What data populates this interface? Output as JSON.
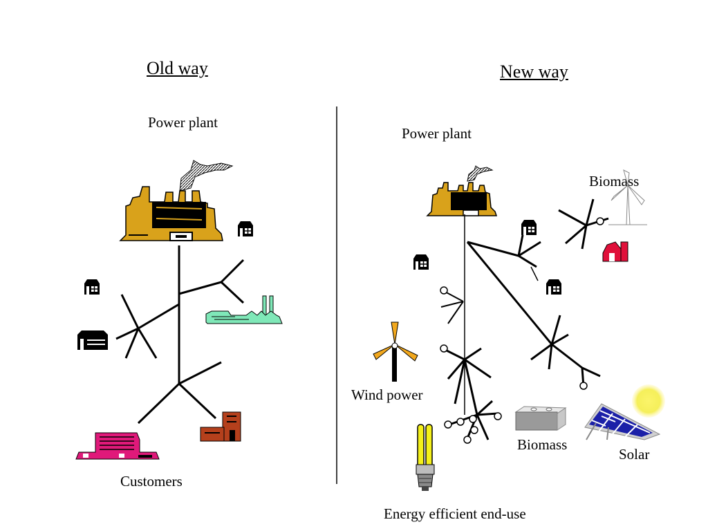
{
  "old_way": {
    "title": "Old way",
    "power_plant_label": "Power plant",
    "customers_label": "Customers"
  },
  "new_way": {
    "title": "New way",
    "power_plant_label": "Power plant",
    "biomass_top_label": "Biomass",
    "wind_label": "Wind power",
    "biomass_bottom_label": "Biomass",
    "solar_label": "Solar",
    "end_use_label": "Energy efficient end-use"
  },
  "colors": {
    "factory": "#d9a21b",
    "industry_green": "#7fe8b8",
    "pink_building": "#e0197a",
    "brick_building": "#b5401c",
    "barn_red": "#e0103a",
    "wind_blade": "#f2a81d",
    "solar_blue": "#1b20a8",
    "sun": "#f5ef5a",
    "bulb": "#f4f01a"
  }
}
